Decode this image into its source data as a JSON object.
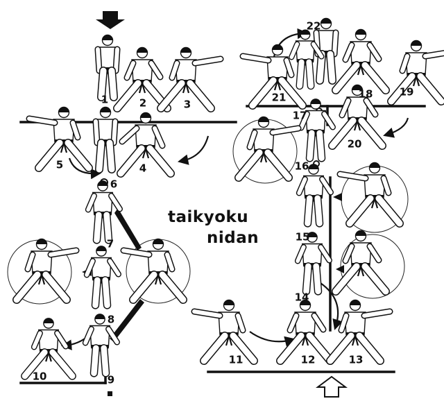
{
  "title": {
    "line1": "taikyoku",
    "line2": "nidan"
  },
  "moves": [
    {
      "id": "1",
      "label": "1"
    },
    {
      "id": "2",
      "label": "2"
    },
    {
      "id": "3",
      "label": "3"
    },
    {
      "id": "4",
      "label": "4"
    },
    {
      "id": "5",
      "label": "5"
    },
    {
      "id": "6",
      "label": "6"
    },
    {
      "id": "7",
      "label": "7"
    },
    {
      "id": "8",
      "label": "8"
    },
    {
      "id": "9",
      "label": "9"
    },
    {
      "id": "10",
      "label": "10"
    },
    {
      "id": "11",
      "label": "11"
    },
    {
      "id": "12",
      "label": "12"
    },
    {
      "id": "13",
      "label": "13"
    },
    {
      "id": "14",
      "label": "14"
    },
    {
      "id": "15",
      "label": "15"
    },
    {
      "id": "16",
      "label": "16"
    },
    {
      "id": "17a",
      "label": "17"
    },
    {
      "id": "17b",
      "label": "17"
    },
    {
      "id": "18",
      "label": "18"
    },
    {
      "id": "19",
      "label": "19"
    },
    {
      "id": "20",
      "label": "20"
    },
    {
      "id": "21",
      "label": "21"
    },
    {
      "id": "22",
      "label": "22"
    }
  ],
  "markers": {
    "start_arrow": "down-arrow-icon",
    "end_arrow": "up-arrow-icon"
  }
}
